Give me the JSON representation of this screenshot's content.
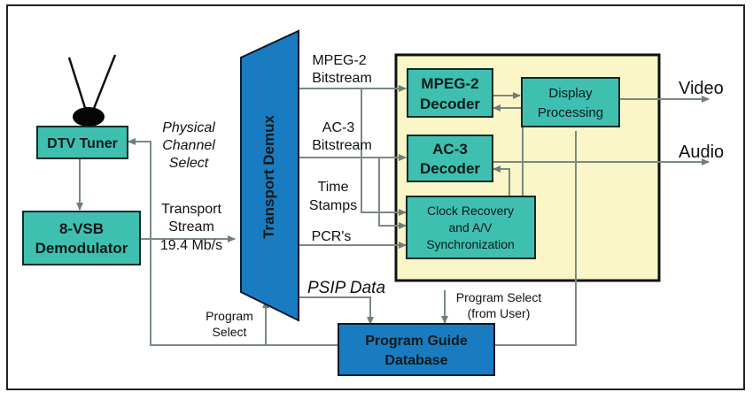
{
  "blocks": {
    "dtv_tuner": "DTV Tuner",
    "demod_line1": "8-VSB",
    "demod_line2": "Demodulator",
    "transport_demux": "Transport Demux",
    "mpeg2_dec_line1": "MPEG-2",
    "mpeg2_dec_line2": "Decoder",
    "display_line1": "Display",
    "display_line2": "Processing",
    "ac3_dec_line1": "AC-3",
    "ac3_dec_line2": "Decoder",
    "clock_line1": "Clock Recovery",
    "clock_line2": "and A/V",
    "clock_line3": "Synchronization",
    "guide_line1": "Program Guide",
    "guide_line2": "Database"
  },
  "labels": {
    "physical_line1": "Physical",
    "physical_line2": "Channel",
    "physical_line3": "Select",
    "transport_line1": "Transport",
    "transport_line2": "Stream",
    "transport_line3": "19.4 Mb/s",
    "mpeg2_bs_line1": "MPEG-2",
    "mpeg2_bs_line2": "Bitstream",
    "ac3_bs_line1": "AC-3",
    "ac3_bs_line2": "Bitstream",
    "time_line1": "Time",
    "time_line2": "Stamps",
    "pcr": "PCR's",
    "psip": "PSIP Data",
    "prog_sel_line1": "Program",
    "prog_sel_line2": "Select",
    "user_sel_line1": "Program Select",
    "user_sel_line2": "(from User)",
    "video": "Video",
    "audio": "Audio"
  },
  "colors": {
    "teal_box": "#3fbfb0",
    "blue_box": "#1a7cc0",
    "decoder_panel": "#fbf6c8",
    "line": "#7a8a80"
  }
}
